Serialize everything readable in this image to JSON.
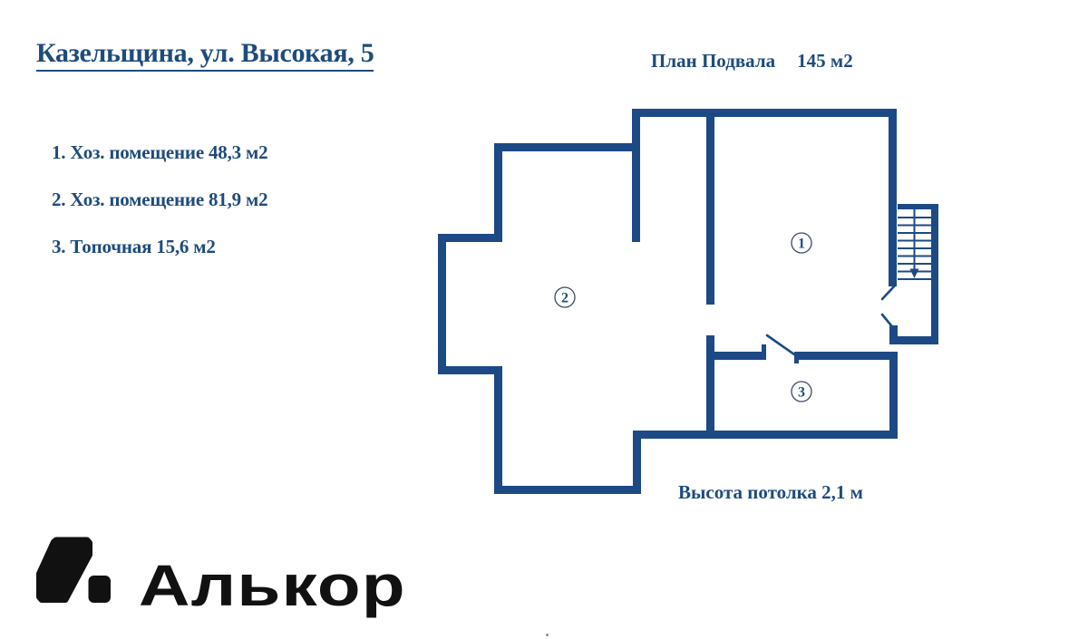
{
  "title": "Казельщина, ул. Высокая, 5",
  "plan_header": {
    "label": "План Подвала",
    "area": "145 м2"
  },
  "legend": [
    "1. Хоз. помещение 48,3 м2",
    "2. Хоз. помещение 81,9 м2",
    "3. Топочная 15,6 м2"
  ],
  "rooms": [
    "1",
    "2",
    "3"
  ],
  "ceiling_note": "Высота потолка 2,1 м",
  "logo_text": "Алькор",
  "colors": {
    "text_navy": "#1F4B7C",
    "wall_blue": "#1D4A85",
    "logo_black": "#111111"
  }
}
